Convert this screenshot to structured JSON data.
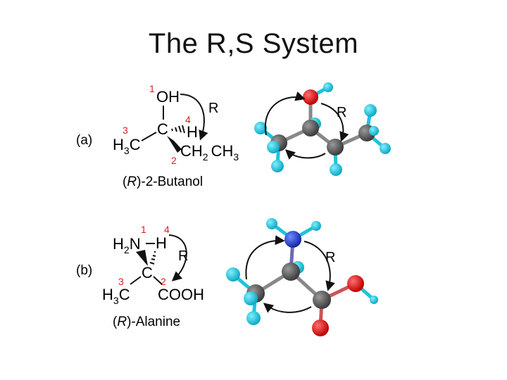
{
  "title": "The R,S System",
  "colors": {
    "priority_number": "#e01b1b",
    "text": "#111111",
    "carbon": "#5a5a5a",
    "hydrogen": "#1ec3dc",
    "oxygen": "#e01010",
    "nitrogen": "#1f3fd6",
    "arrow": "#111111"
  },
  "panel_a": {
    "label": "(a)",
    "caption_open": "(",
    "caption_config": "R",
    "caption_rest": ")-2-Butanol",
    "rotation_label": "R",
    "model_rotation_label": "R",
    "atoms": {
      "top": "OH",
      "center": "C",
      "right": "H",
      "left_h": "H",
      "left_sub": "3",
      "left_c": "C",
      "bottom_ch": "CH",
      "bottom_sub": "2",
      "bottom_ch3": "CH",
      "bottom_sub2": "3"
    },
    "priorities": {
      "top": "1",
      "bottom": "2",
      "left": "3",
      "right": "4"
    }
  },
  "panel_b": {
    "label": "(b)",
    "caption_open": "(",
    "caption_config": "R",
    "caption_rest": ")-Alanine",
    "rotation_label": "R",
    "model_rotation_label": "R",
    "atoms": {
      "nh_h": "H",
      "nh_sub": "2",
      "nh_n": "N",
      "right_h": "H",
      "center": "C",
      "left_h": "H",
      "left_sub": "3",
      "left_c": "C",
      "bottom": "COOH"
    },
    "priorities": {
      "top_left": "1",
      "top_right": "4",
      "bottom": "2",
      "left": "3"
    }
  }
}
